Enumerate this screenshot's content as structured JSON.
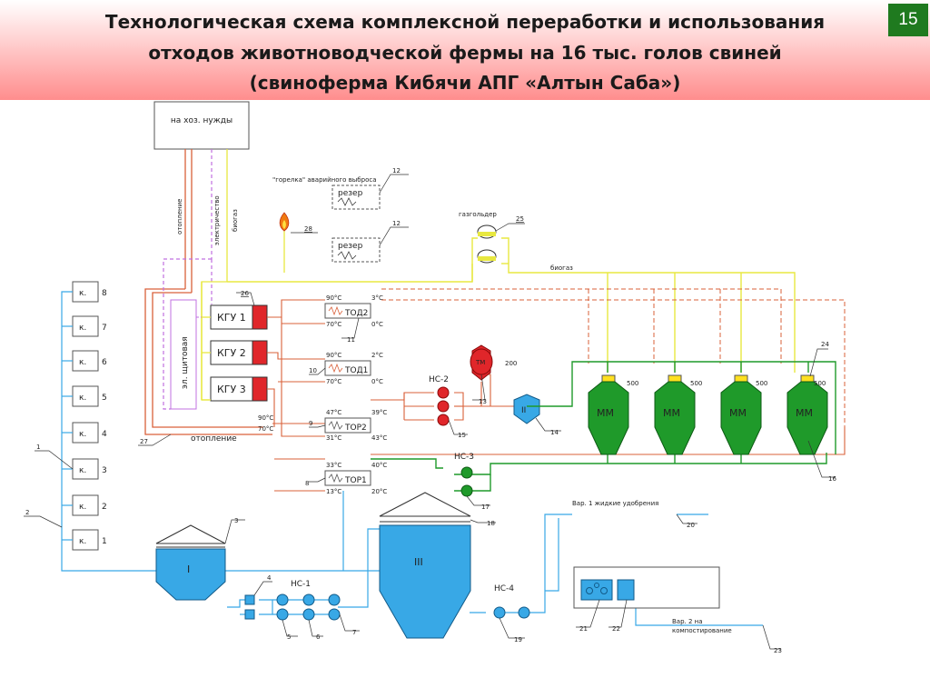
{
  "header": {
    "line1": "Технологическая схема комплексной переработки и использования",
    "line2": "отходов животноводческой   фермы  на  16 тыс. голов свиней",
    "line3": "(свиноферма Кибячи АПГ «Алтын Саба»)",
    "slide_number": "15"
  },
  "diagram": {
    "box_household": "на хоз. нужды",
    "lbl_heating_v": "отопление",
    "lbl_electricity_v": "электричество",
    "lbl_biogas_v": "биогаз",
    "lbl_biogas_h": "биогаз",
    "lbl_flare": "\"горелка\" аварийного выброса",
    "lbl_gasholder": "газгольдер",
    "reserve1": "резер",
    "reserve2": "резер",
    "panel": "эл. щитовая",
    "kgu": [
      "КГУ 1",
      "КГУ 2",
      "КГУ 3"
    ],
    "tod1": "ТОД2",
    "tod2": "ТОД1",
    "tor2": "ТОР2",
    "tor1": "ТОР1",
    "temps": {
      "t90a": "90°С",
      "t70a": "70°С",
      "t3a": "3°С",
      "t0a": "0°С",
      "t90b": "90°С",
      "t70b": "70°С",
      "t2b": "2°С",
      "t0b": "0°С",
      "t47": "47°С",
      "t31": "31°С",
      "t39": "39°С",
      "t43": "43°С",
      "t33": "33°С",
      "t13": "13°С",
      "t40": "40°С",
      "t20": "20°С",
      "t90c": "90°С",
      "t70c": "70°С"
    },
    "lbl_heating_h": "отопление",
    "tm": "ТМ",
    "tm_vol": "200",
    "hs2": "НС-2",
    "hs3": "НС-3",
    "hs1": "НС-1",
    "hs4": "НС-4",
    "ii": "II",
    "iii": "III",
    "i": "I",
    "mm": [
      "ММ",
      "ММ",
      "ММ",
      "ММ"
    ],
    "mm_vol": [
      "500",
      "500",
      "500",
      "500"
    ],
    "k_labels": [
      "к.",
      "к.",
      "к.",
      "к.",
      "к.",
      "к.",
      "к.",
      "к."
    ],
    "k_nums": [
      "8",
      "7",
      "6",
      "5",
      "4",
      "3",
      "2",
      "1"
    ],
    "var1": "Вар. 1 жидкие удобрения",
    "var2a": "Вар. 2 на",
    "var2b": "компостирование",
    "callouts": {
      "c1": "1",
      "c2": "2",
      "c3": "3",
      "c4": "4",
      "c5": "5",
      "c6": "6",
      "c7": "7",
      "c8": "8",
      "c9": "9",
      "c10": "10",
      "c11": "11",
      "c12a": "12",
      "c12b": "12",
      "c13": "13",
      "c14": "14",
      "c15": "15",
      "c16": "16",
      "c17": "17",
      "c18": "18",
      "c19": "19",
      "c20": "20",
      "c21": "21",
      "c22": "22",
      "c23": "23",
      "c24": "24",
      "c25": "25",
      "c26": "26",
      "c27": "27",
      "c28": "28"
    }
  },
  "colors": {
    "heat": "#d9603a",
    "biogas": "#e8e840",
    "electric": "#c070e0",
    "liquid": "#38a8e6",
    "green": "#1f9a2a",
    "red": "#e0262a"
  }
}
